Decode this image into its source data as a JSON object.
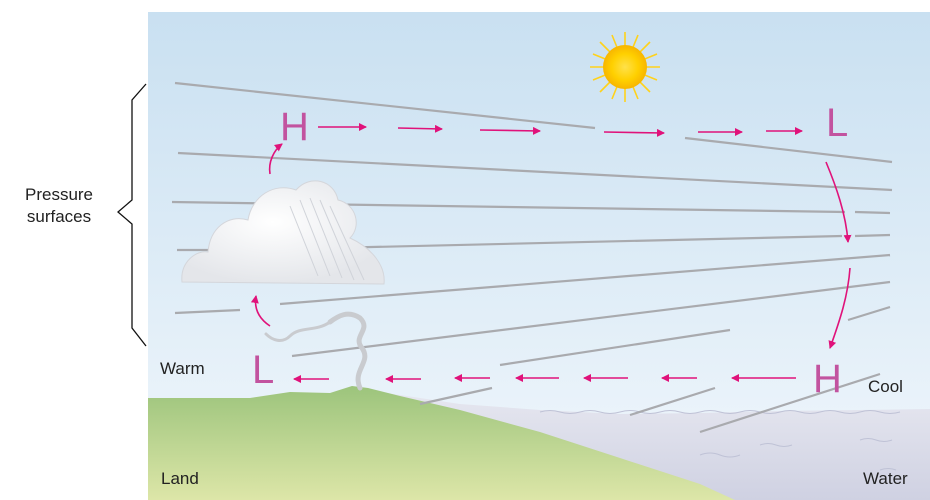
{
  "labels": {
    "pressure_surfaces": "Pressure\nsurfaces",
    "warm": "Warm",
    "cool": "Cool",
    "land": "Land",
    "water": "Water"
  },
  "pressure_markers": {
    "upper_left": "H",
    "upper_right": "L",
    "lower_left": "L",
    "lower_right": "H"
  },
  "colors": {
    "sky_top": "#cfe4f3",
    "sky_bottom": "#eef5fb",
    "land": "#a9cc8a",
    "water": "#d9dbe8",
    "isobar": "#a9aaae",
    "circulation": "#e0127a",
    "marker": "#c2539f",
    "sun": "#ffd21a"
  },
  "icons": [
    "sun-icon",
    "cloud-icon",
    "smoke-icon",
    "brace-icon"
  ]
}
